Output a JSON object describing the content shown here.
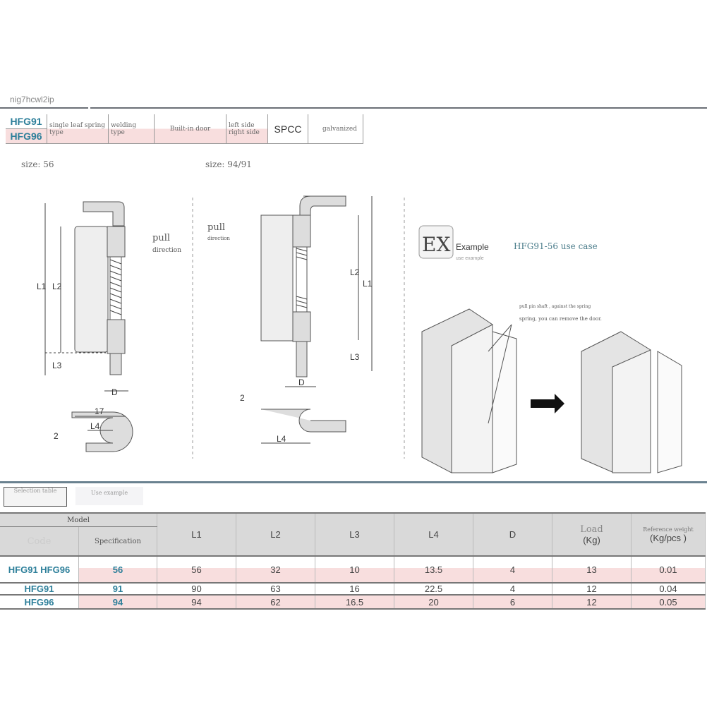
{
  "watermark": "nig7hcwl2ip",
  "spec_table": {
    "rows": [
      {
        "code": "HFG91"
      },
      {
        "code": "HFG96"
      }
    ],
    "type": "single leaf spring type",
    "mount": "welding type",
    "install": "Built-in door",
    "side": "left side right side",
    "material": "SPCC",
    "finish": "galvanized"
  },
  "sizes": {
    "left": "size: 56",
    "right": "size: 94/91"
  },
  "labels": {
    "pull": "pull",
    "direction_left": "direction",
    "pull_right": "pull",
    "direction_right": "direction",
    "L1": "L1",
    "L2": "L2",
    "L3": "L3",
    "L4": "L4",
    "D": "D",
    "dim17": "17",
    "dim2": "2"
  },
  "example": {
    "badge": "EX",
    "badge_word": "Example",
    "badge_sub": "use example",
    "title": "HFG91-56 use case",
    "note1": "pull pin shaft , against the spring",
    "note2": "spring, you can remove the door."
  },
  "tabs": [
    "Selection table",
    "Use example"
  ],
  "selection_table": {
    "headers": {
      "model": "Model",
      "code": "Code",
      "spec": "Specification",
      "L1": "L1",
      "L2": "L2",
      "L3": "L3",
      "L4": "L4",
      "D": "D",
      "load": "Load",
      "load_unit": "(Kg)",
      "weight": "Reference weight",
      "weight_unit": "(Kg/pcs )"
    },
    "rows": [
      {
        "code": "HFG91 HFG96",
        "spec": "56",
        "L1": "56",
        "L2": "32",
        "L3": "10",
        "L4": "13.5",
        "D": "4",
        "load": "13",
        "weight": "0.01"
      },
      {
        "code": "HFG91",
        "spec": "91",
        "L1": "90",
        "L2": "63",
        "L3": "16",
        "L4": "22.5",
        "D": "4",
        "load": "12",
        "weight": "0.04"
      },
      {
        "code": "HFG96",
        "spec": "94",
        "L1": "94",
        "L2": "62",
        "L3": "16.5",
        "L4": "20",
        "D": "6",
        "load": "12",
        "weight": "0.05"
      }
    ]
  },
  "colors": {
    "code_blue": "#2d7f9a",
    "row_pink": "#f8dede",
    "header_gray": "#d9d9d9"
  }
}
